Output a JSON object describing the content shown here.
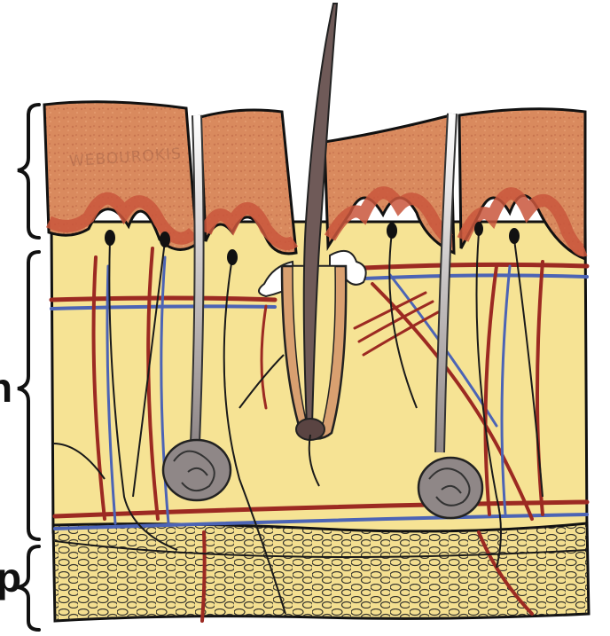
{
  "labels": {
    "dermis_fragment": "n",
    "hypodermis_fragment": "p",
    "watermark": "WEBOUROKIS"
  },
  "colors": {
    "epidermis": "#d98a5e",
    "basal_layer": "#c9563c",
    "dermis": "#f6e394",
    "hypodermis": "#f4df90",
    "artery": "#9c2a22",
    "vein": "#4c64b5",
    "nerve": "#1a1a1a",
    "hair_shaft": "#6f5a58",
    "follicle_sheath": "#d9a070",
    "sweat_gland": "#8f8787",
    "bracket": "#111111"
  },
  "icons": {
    "hair": "hair-strand-icon",
    "sweat_gland": "coiled-gland-icon",
    "receptor": "nerve-ending-icon"
  }
}
